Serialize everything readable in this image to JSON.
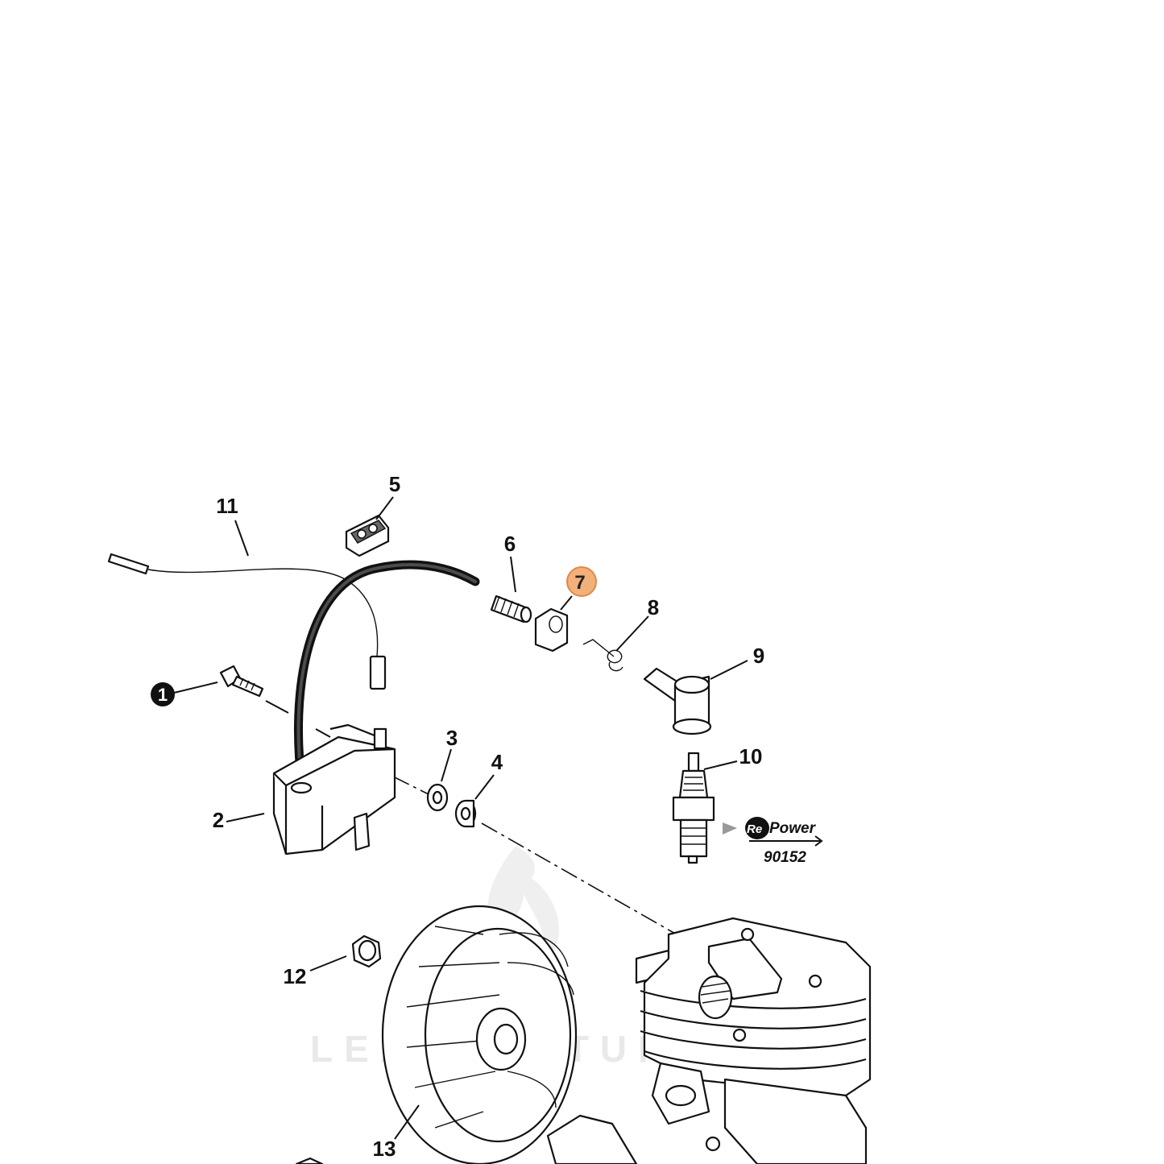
{
  "diagram": {
    "watermark_text": "LEADVENTURE",
    "callouts": [
      {
        "id": "c1",
        "label": "1",
        "style": "inverted"
      },
      {
        "id": "c2",
        "label": "2"
      },
      {
        "id": "c3",
        "label": "3"
      },
      {
        "id": "c4",
        "label": "4"
      },
      {
        "id": "c5",
        "label": "5"
      },
      {
        "id": "c6",
        "label": "6"
      },
      {
        "id": "c7",
        "label": "7",
        "style": "highlighted",
        "highlight_color": "#f2b07a"
      },
      {
        "id": "c8",
        "label": "8"
      },
      {
        "id": "c9",
        "label": "9"
      },
      {
        "id": "c10",
        "label": "10"
      },
      {
        "id": "c11",
        "label": "11"
      },
      {
        "id": "c12",
        "label": "12"
      },
      {
        "id": "c13",
        "label": "13"
      }
    ],
    "repower": {
      "brand_prefix": "Re",
      "brand_suffix": "Power",
      "part_number": "90152"
    }
  }
}
